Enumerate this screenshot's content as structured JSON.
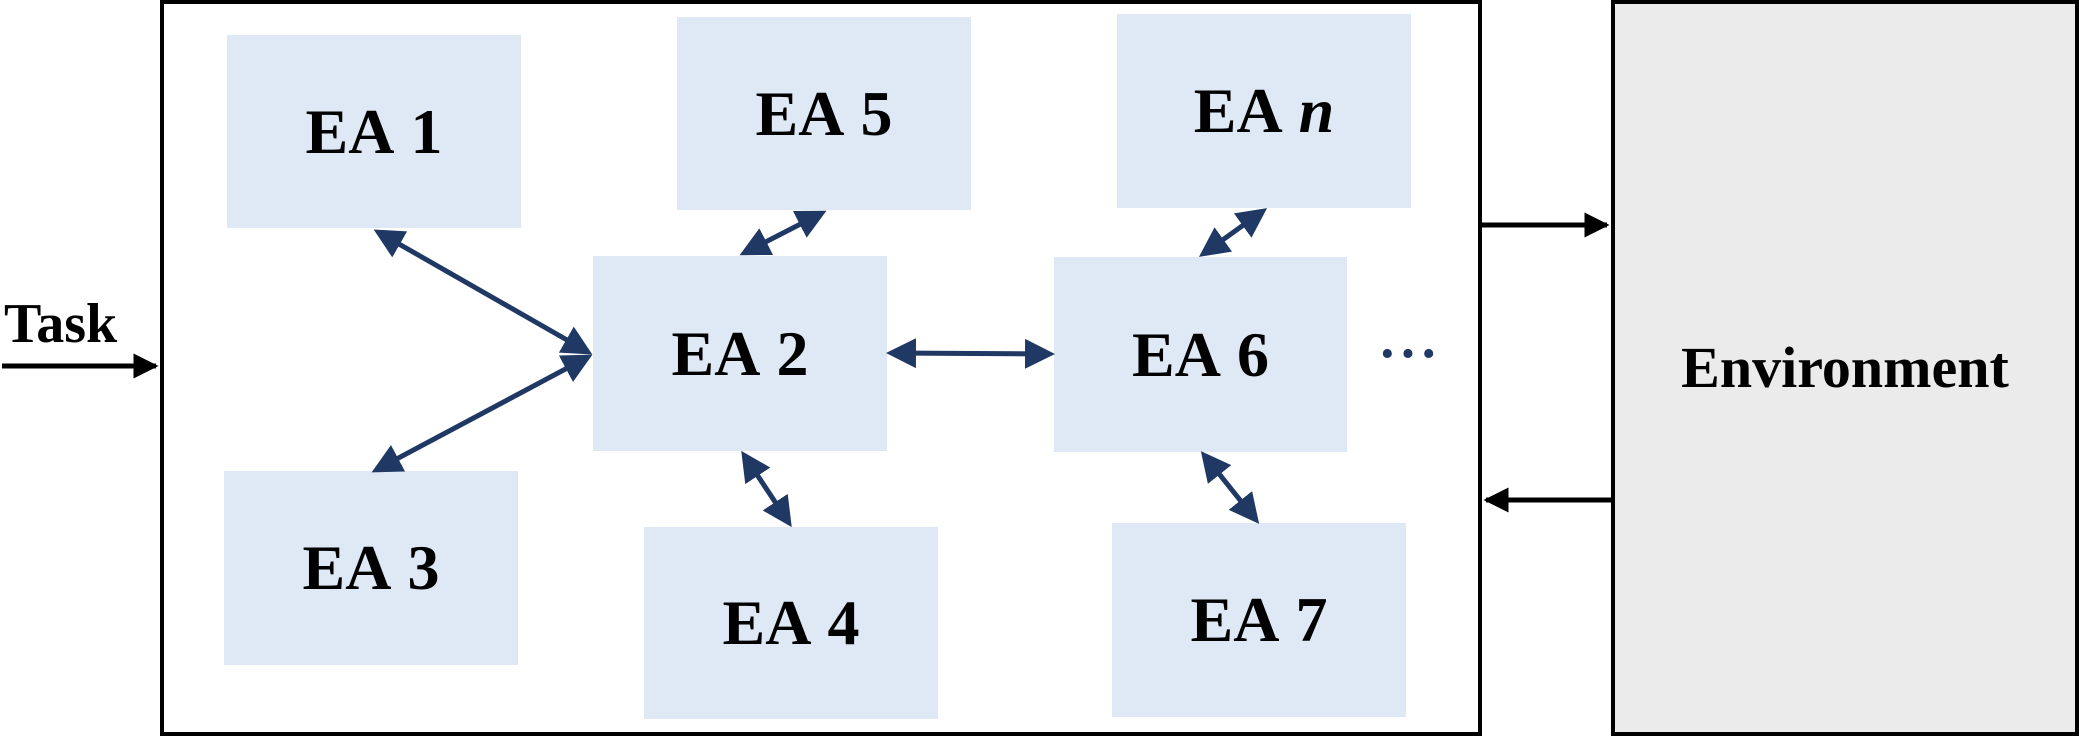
{
  "task_label": "Task",
  "environment_label": "Environment",
  "ellipsis": "···",
  "agents": {
    "ea1": {
      "prefix": "EA",
      "index": "1"
    },
    "ea2": {
      "prefix": "EA",
      "index": "2"
    },
    "ea3": {
      "prefix": "EA",
      "index": "3"
    },
    "ea4": {
      "prefix": "EA",
      "index": "4"
    },
    "ea5": {
      "prefix": "EA",
      "index": "5"
    },
    "ea6": {
      "prefix": "EA",
      "index": "6"
    },
    "ea7": {
      "prefix": "EA",
      "index": "7"
    },
    "ean": {
      "prefix": "EA",
      "index": "n"
    }
  },
  "colors": {
    "agent_fill": "#dee9f5",
    "link": "#1f3864",
    "environment_fill": "#ebebeb",
    "frame": "#000000"
  }
}
